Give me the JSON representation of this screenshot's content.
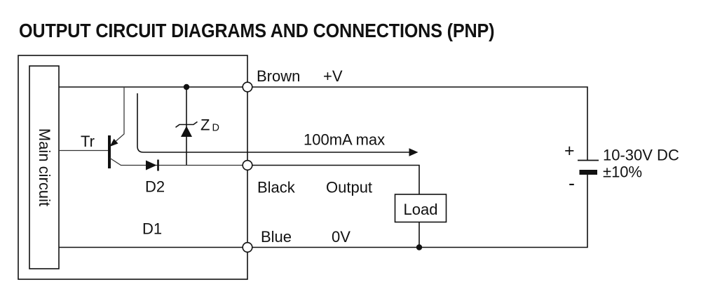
{
  "page_title": "OUTPUT CIRCUIT DIAGRAMS AND CONNECTIONS (PNP)",
  "sensor": {
    "main_circuit_label": "Main circuit",
    "transistor_label": "Tr",
    "zener_label": "Z",
    "zener_label_subscript": "D",
    "diode_d2_label": "D2",
    "diode_d1_label": "D1"
  },
  "wires": {
    "brown": {
      "color": "Brown",
      "signal": "+V"
    },
    "black": {
      "color": "Black",
      "signal": "Output"
    },
    "blue": {
      "color": "Blue",
      "signal": "0V"
    }
  },
  "annotations": {
    "max_current": "100mA max"
  },
  "load": {
    "label": "Load"
  },
  "power_supply": {
    "plus": "+",
    "minus": "-",
    "voltage": "10-30V DC",
    "tolerance": "±10%"
  },
  "colors": {
    "line": "#111111",
    "text": "#111111",
    "background": "#ffffff"
  }
}
